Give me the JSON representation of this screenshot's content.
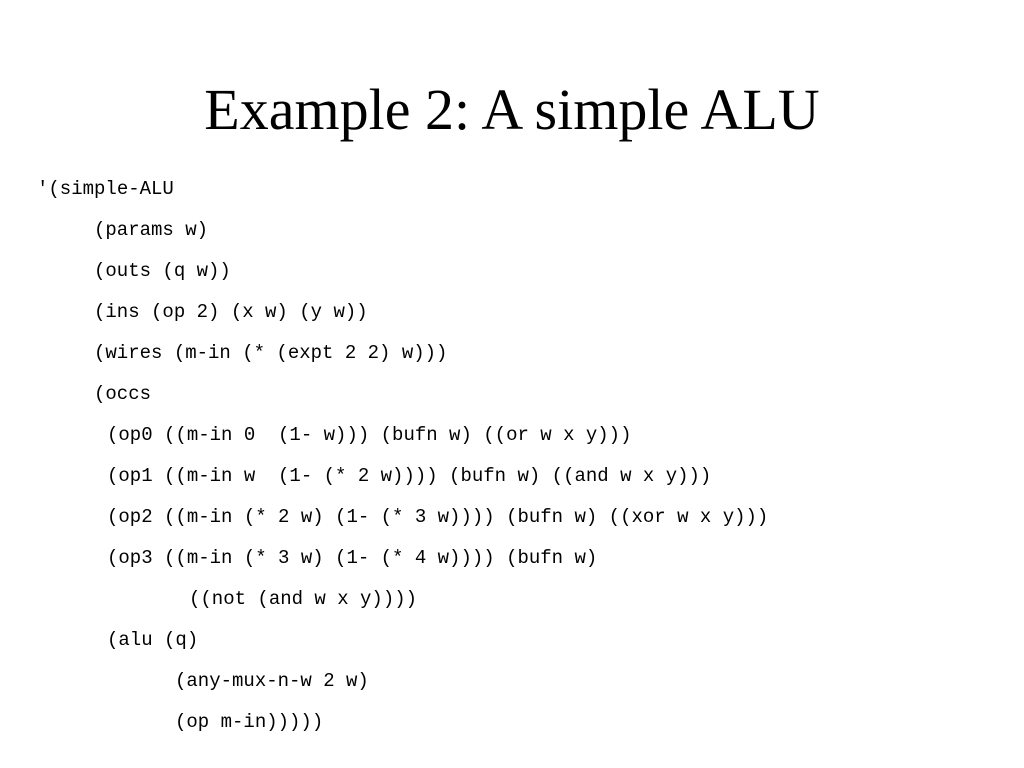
{
  "slide": {
    "title": "Example 2: A simple ALU",
    "code_lines": [
      "'(simple-ALU",
      "(params w)",
      "(outs (q w))",
      "(ins (op 2) (x w) (y w))",
      "(wires (m-in (* (expt 2 2) w)))",
      "(occs",
      "(op0 ((m-in 0  (1- w))) (bufn w) ((or w x y)))",
      "(op1 ((m-in w  (1- (* 2 w)))) (bufn w) ((and w x y)))",
      "(op2 ((m-in (* 2 w) (1- (* 3 w)))) (bufn w) ((xor w x y)))",
      "(op3 ((m-in (* 3 w) (1- (* 4 w)))) (bufn w)",
      "((not (and w x y))))",
      "(alu (q)",
      "(any-mux-n-w 2 w)",
      "(op m-in)))))"
    ]
  }
}
